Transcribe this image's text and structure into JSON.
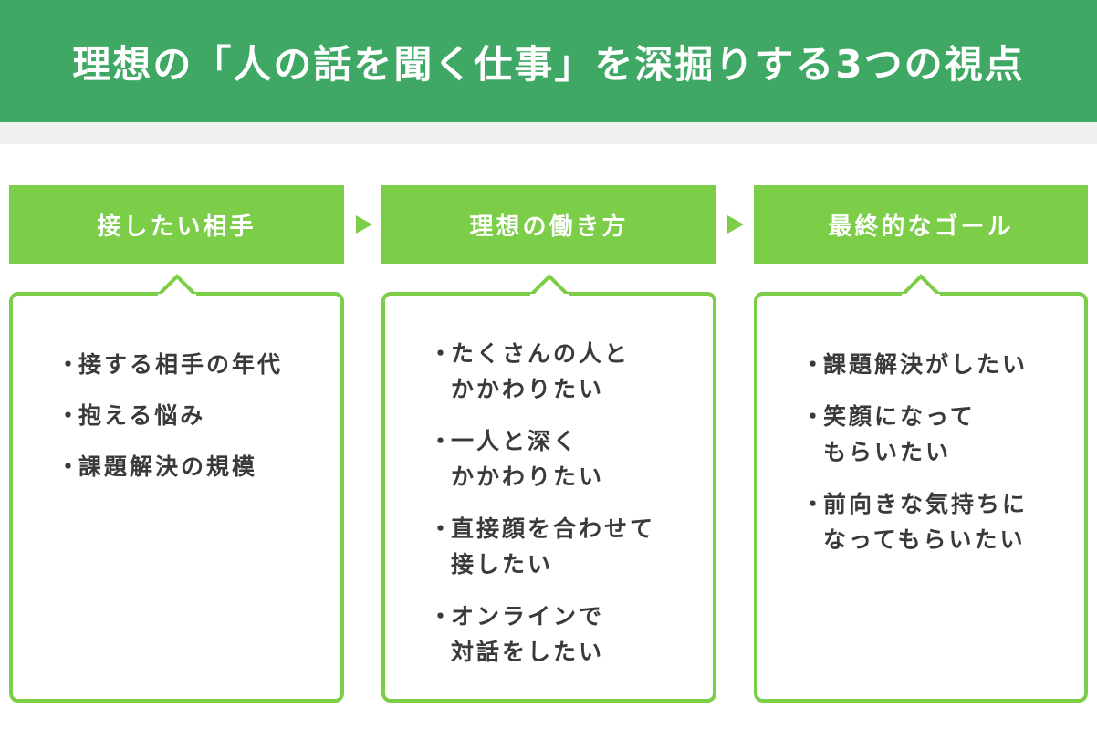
{
  "banner": {
    "title": "理想の「人の話を聞く仕事」を深掘りする3つの視点"
  },
  "colors": {
    "banner_green": "#3fa865",
    "accent_green": "#7ccd48",
    "text": "#3a3a3a",
    "band_gray": "#f0f0f0"
  },
  "bullet_glyph": "・",
  "columns": [
    {
      "header": "接したい相手",
      "items": [
        "接する相手の年代",
        "抱える悩み",
        "課題解決の規模"
      ]
    },
    {
      "header": "理想の働き方",
      "items": [
        "たくさんの人と\nかかわりたい",
        "一人と深く\nかかわりたい",
        "直接顔を合わせて\n接したい",
        "オンラインで\n対話をしたい"
      ]
    },
    {
      "header": "最終的なゴール",
      "items": [
        "課題解決がしたい",
        "笑顔になって\nもらいたい",
        "前向きな気持ちに\nなってもらいたい"
      ]
    }
  ]
}
